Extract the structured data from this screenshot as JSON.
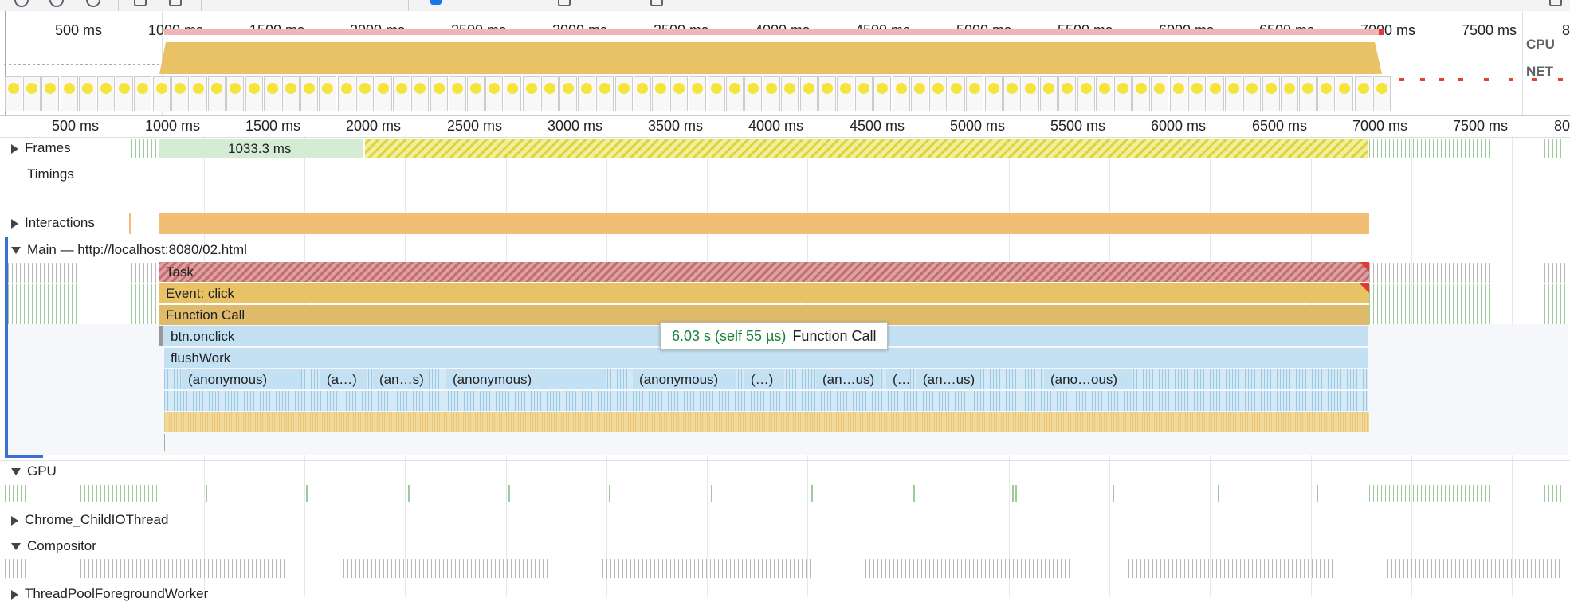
{
  "toolbar": {
    "icons": [
      "record-icon",
      "reload-record-icon",
      "clear-icon",
      "upload-icon",
      "download-icon",
      "screenshots-checkbox-icon",
      "memory-checkbox-icon",
      "trash-icon"
    ]
  },
  "overview": {
    "ticks": [
      "500 ms",
      "1000 ms",
      "1500 ms",
      "2000 ms",
      "2500 ms",
      "3000 ms",
      "3500 ms",
      "4000 ms",
      "4500 ms",
      "5000 ms",
      "5500 ms",
      "6000 ms",
      "6500 ms",
      "7000 ms",
      "7500 ms",
      "8"
    ],
    "cpu_label": "CPU",
    "net_label": "NET",
    "colors": {
      "cpu_scripting": "#e8c264",
      "long_task": "#f2b5b5",
      "net_request": "#e0442c"
    }
  },
  "ruler": {
    "ticks": [
      "500 ms",
      "1000 ms",
      "1500 ms",
      "2000 ms",
      "2500 ms",
      "3000 ms",
      "3500 ms",
      "4000 ms",
      "4500 ms",
      "5000 ms",
      "5500 ms",
      "6000 ms",
      "6500 ms",
      "7000 ms",
      "7500 ms",
      "80"
    ]
  },
  "tracks": {
    "frames": {
      "label": "Frames",
      "long_frame": "1033.3 ms"
    },
    "timings": {
      "label": "Timings"
    },
    "interactions": {
      "label": "Interactions"
    },
    "main": {
      "label": "Main — http://localhost:8080/02.html",
      "entries": {
        "task": "Task",
        "event_click": "Event: click",
        "function_call": "Function Call",
        "btn_onclick": "btn.onclick",
        "flush_work": "flushWork",
        "anon": [
          "(anonymous)",
          "(a…)",
          "(an…s)",
          "(anonymous)",
          "(anonymous)",
          "(…)",
          "(an…us)",
          "(…",
          "(an…us)",
          "(ano…ous)"
        ]
      }
    },
    "gpu": {
      "label": "GPU"
    },
    "child_io": {
      "label": "Chrome_ChildIOThread"
    },
    "compositor": {
      "label": "Compositor"
    },
    "threadpool": {
      "label": "ThreadPoolForegroundWorker"
    }
  },
  "tooltip": {
    "time": "6.03 s (self 55 µs)",
    "name": "Function Call"
  },
  "colors": {
    "task_red": "#c86b6b",
    "event_yellow": "#e8c264",
    "function_call": "#dfba6a",
    "js_blue": "#c3e1f2",
    "frames_green": "#d4ecd4",
    "interactions_orange": "#f2bd74",
    "selection_blue": "#3b6fd2",
    "tooltip_time": "#188038"
  }
}
